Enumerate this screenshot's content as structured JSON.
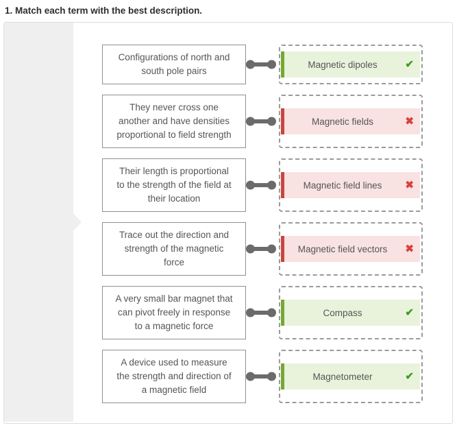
{
  "page_title": "1. Match each term with the best description.",
  "colors": {
    "panel_border": "#dcdcdc",
    "sidebar_bg": "#efefef",
    "box_border": "#8f8f8f",
    "body_text": "#555555",
    "connector": "#6b6b6b",
    "dashed_border": "#9a9a9a",
    "correct_bg": "#e9f3dc",
    "correct_bar": "#74a82f",
    "correct_icon": "#3c9e1e",
    "incorrect_bg": "#f9e2e2",
    "incorrect_bar": "#ca4341",
    "incorrect_icon": "#d8413d"
  },
  "matching": {
    "icons": {
      "correct": "✔",
      "incorrect": "✖"
    },
    "pairs": [
      {
        "description": "Configurations of north and south pole pairs",
        "term": "Magnetic dipoles",
        "correct": true
      },
      {
        "description": "They never cross one another and have densities proportional to field strength",
        "term": "Magnetic fields",
        "correct": false
      },
      {
        "description": "Their length is proportional to the strength of the field at their location",
        "term": "Magnetic field lines",
        "correct": false
      },
      {
        "description": "Trace out the direction and strength of the magnetic force",
        "term": "Magnetic field vectors",
        "correct": false
      },
      {
        "description": "A very small bar magnet that can pivot freely in response to a magnetic force",
        "term": "Compass",
        "correct": true
      },
      {
        "description": "A device used to measure the strength and direction of a magnetic field",
        "term": "Magnetometer",
        "correct": true
      }
    ]
  }
}
